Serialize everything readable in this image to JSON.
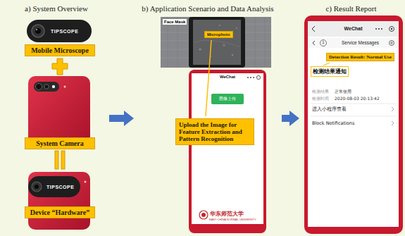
{
  "diagram": {
    "nodes": [
      {
        "text": [
          "a) System Overview"
        ]
      },
      {
        "text": [
          "Mobile Microscope"
        ],
        "in": 0
      },
      {
        "text": [
          "System Camera"
        ],
        "in": 0
      },
      {
        "text": [
          "Device “Hardware”"
        ],
        "in": 0
      },
      {
        "text": [
          "b) Application Scenario and Data Analysis"
        ]
      },
      {
        "text": [
          "Face Mask"
        ],
        "in": 4
      },
      {
        "text": [
          "Microphoto"
        ],
        "in": 4
      },
      {
        "text": [
          "WeChat"
        ],
        "in": 4
      },
      {
        "text": [
          "图像上传"
        ],
        "in": 7
      },
      {
        "text": [
          "Upload the Image for Feature Extraction and Pattern Recognition"
        ],
        "in": 4
      },
      {
        "text": [
          "c) Result Report"
        ]
      },
      {
        "text": [
          "WeChat"
        ],
        "in": 10
      },
      {
        "text": [
          "Detection Result: Normal Use"
        ],
        "in": 11
      },
      {
        "text": [
          "检测结果通知"
        ],
        "in": 11
      }
    ],
    "edges": [
      {
        "from": 0,
        "to": 4,
        "arrow": "to"
      },
      {
        "from": 4,
        "to": 10,
        "arrow": "to"
      }
    ],
    "labels": [
      "TIPSCOPE",
      "TIPSCOPE",
      "华东师范大学",
      "EAST CHINA NORMAL UNIVERSITY",
      "1",
      "Service Messages",
      "检测结果",
      "正常使用",
      "检测时间",
      "2020-08-03 20:13:42",
      "进入小程序查看",
      "Block Notifications"
    ]
  }
}
